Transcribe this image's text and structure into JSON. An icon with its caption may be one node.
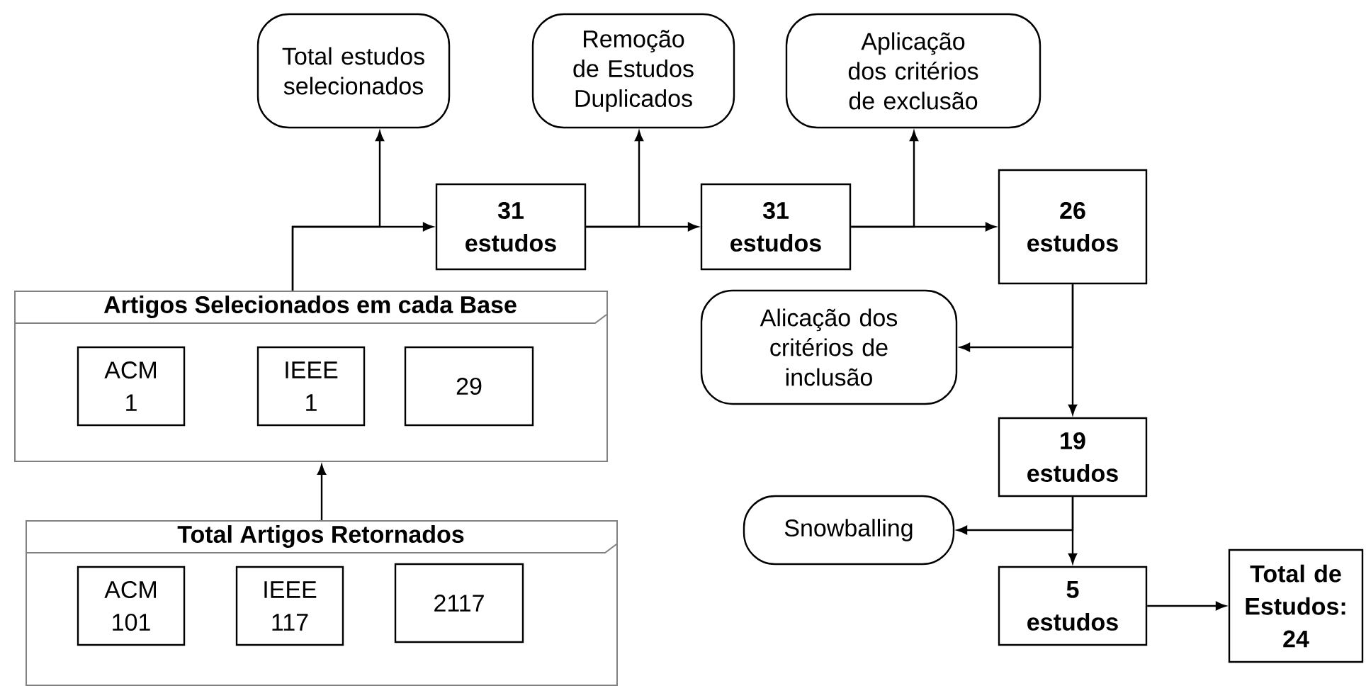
{
  "diagram": {
    "nodes": [
      {
        "text": [
          "Total estudos selecionados"
        ]
      },
      {
        "text": [
          "Remoção de Estudos Duplicados"
        ]
      },
      {
        "text": [
          "Aplicação dos critérios de exclusão"
        ]
      },
      {
        "text": [
          "31 estudos"
        ]
      },
      {
        "text": [
          "31 estudos"
        ]
      },
      {
        "text": [
          "26 estudos"
        ]
      },
      {
        "text": [
          "Artigos Selecionados em cada Base"
        ]
      },
      {
        "text": [
          "ACM 1"
        ],
        "in": 6
      },
      {
        "text": [
          "IEEE 1"
        ],
        "in": 6
      },
      {
        "text": [
          "29"
        ],
        "in": 6
      },
      {
        "text": [
          "Alicação dos critérios de inclusão"
        ]
      },
      {
        "text": [
          "19 estudos"
        ]
      },
      {
        "text": [
          "Snowballing"
        ]
      },
      {
        "text": [
          "Total Artigos Retornados"
        ]
      },
      {
        "text": [
          "ACM 101"
        ],
        "in": 13
      },
      {
        "text": [
          "IEEE 117"
        ],
        "in": 13
      },
      {
        "text": [
          "2117"
        ],
        "in": 13
      },
      {
        "text": [
          "5 estudos"
        ]
      },
      {
        "text": [
          "Total de Estudos: 24"
        ]
      }
    ],
    "edges": [
      {
        "from": 6,
        "to": 3,
        "arrow": "to"
      },
      {
        "from": 6,
        "to": 0,
        "arrow": "to"
      },
      {
        "from": 3,
        "to": 4,
        "arrow": "to"
      },
      {
        "from": 3,
        "to": 1,
        "arrow": "to"
      },
      {
        "from": 4,
        "to": 5,
        "arrow": "to"
      },
      {
        "from": 4,
        "to": 2,
        "arrow": "to"
      },
      {
        "from": 5,
        "to": 11,
        "arrow": "to"
      },
      {
        "from": 5,
        "to": 10,
        "arrow": "to"
      },
      {
        "from": 11,
        "to": 17,
        "arrow": "to"
      },
      {
        "from": 11,
        "to": 12,
        "arrow": "to"
      },
      {
        "from": 17,
        "to": 18,
        "arrow": "to"
      },
      {
        "from": 13,
        "to": 6,
        "arrow": "to"
      }
    ]
  }
}
